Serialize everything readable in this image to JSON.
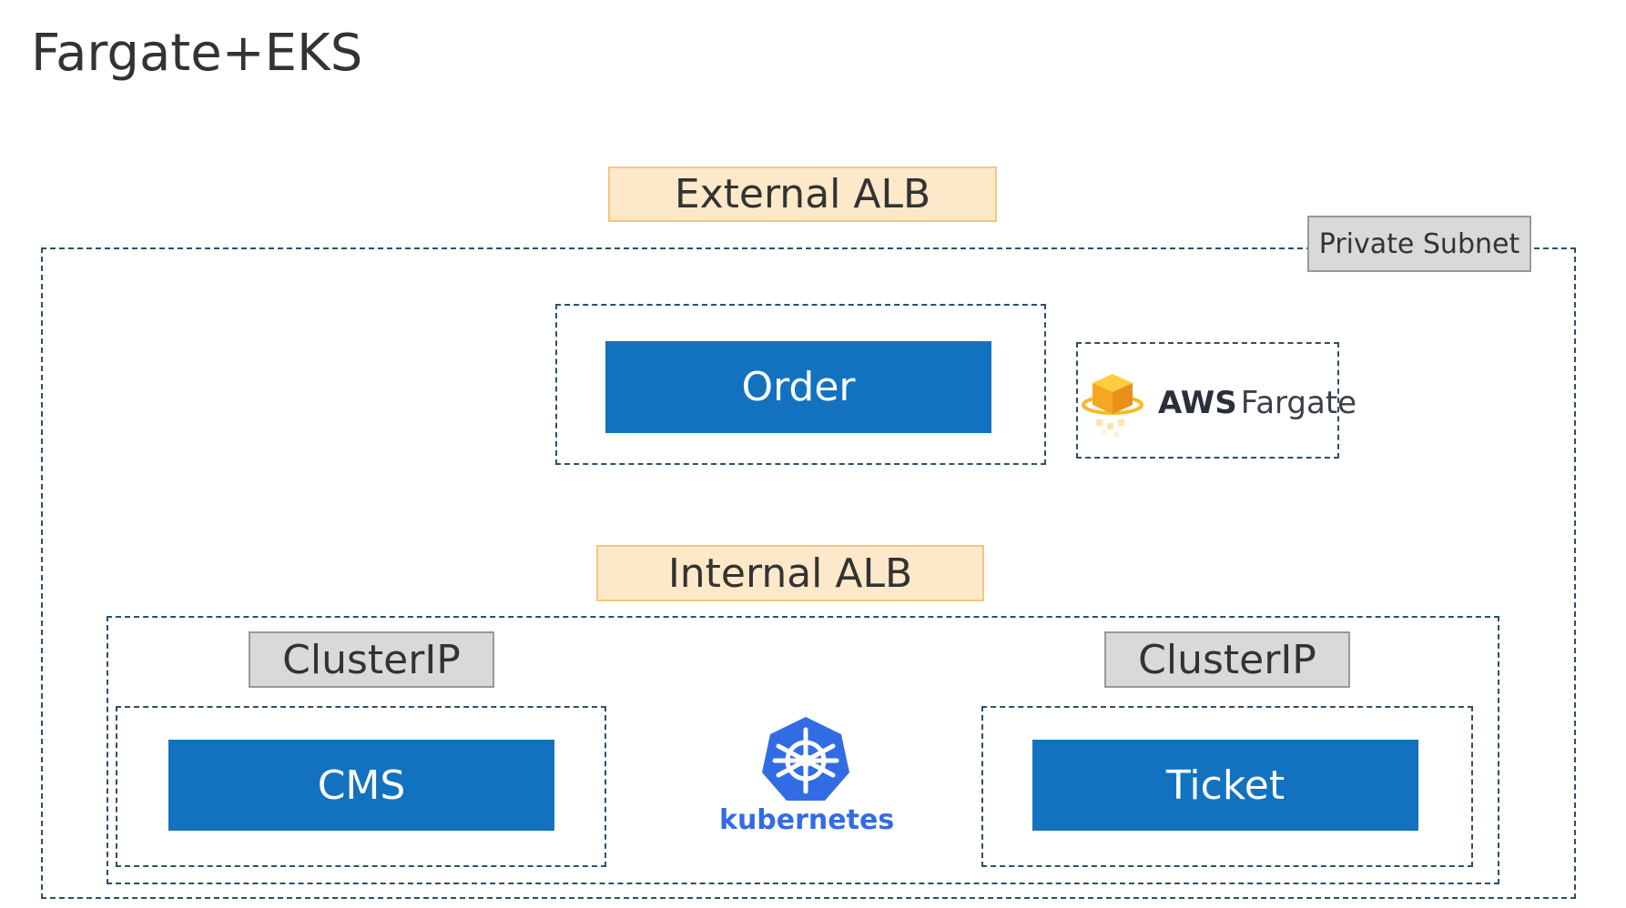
{
  "title": "Fargate+EKS",
  "external_alb": {
    "label": "External ALB"
  },
  "internal_alb": {
    "label": "Internal ALB"
  },
  "private_subnet": {
    "label": "Private Subnet"
  },
  "services": {
    "order": "Order",
    "cms": "CMS",
    "ticket": "Ticket"
  },
  "cluster_ip": {
    "left": "ClusterIP",
    "right": "ClusterIP"
  },
  "fargate_logo": {
    "brand": "AWS",
    "product": "Fargate",
    "icon": "fargate-cube-icon"
  },
  "kubernetes_logo": {
    "text": "kubernetes",
    "icon": "kubernetes-helm-icon",
    "color": "#326ce5"
  },
  "colors": {
    "service_fill": "#1272bf",
    "alb_fill": "#fde9c9",
    "alb_border": "#f5c77c",
    "tag_fill": "#d9d9d9",
    "dashed_border": "#2d4f6c"
  }
}
